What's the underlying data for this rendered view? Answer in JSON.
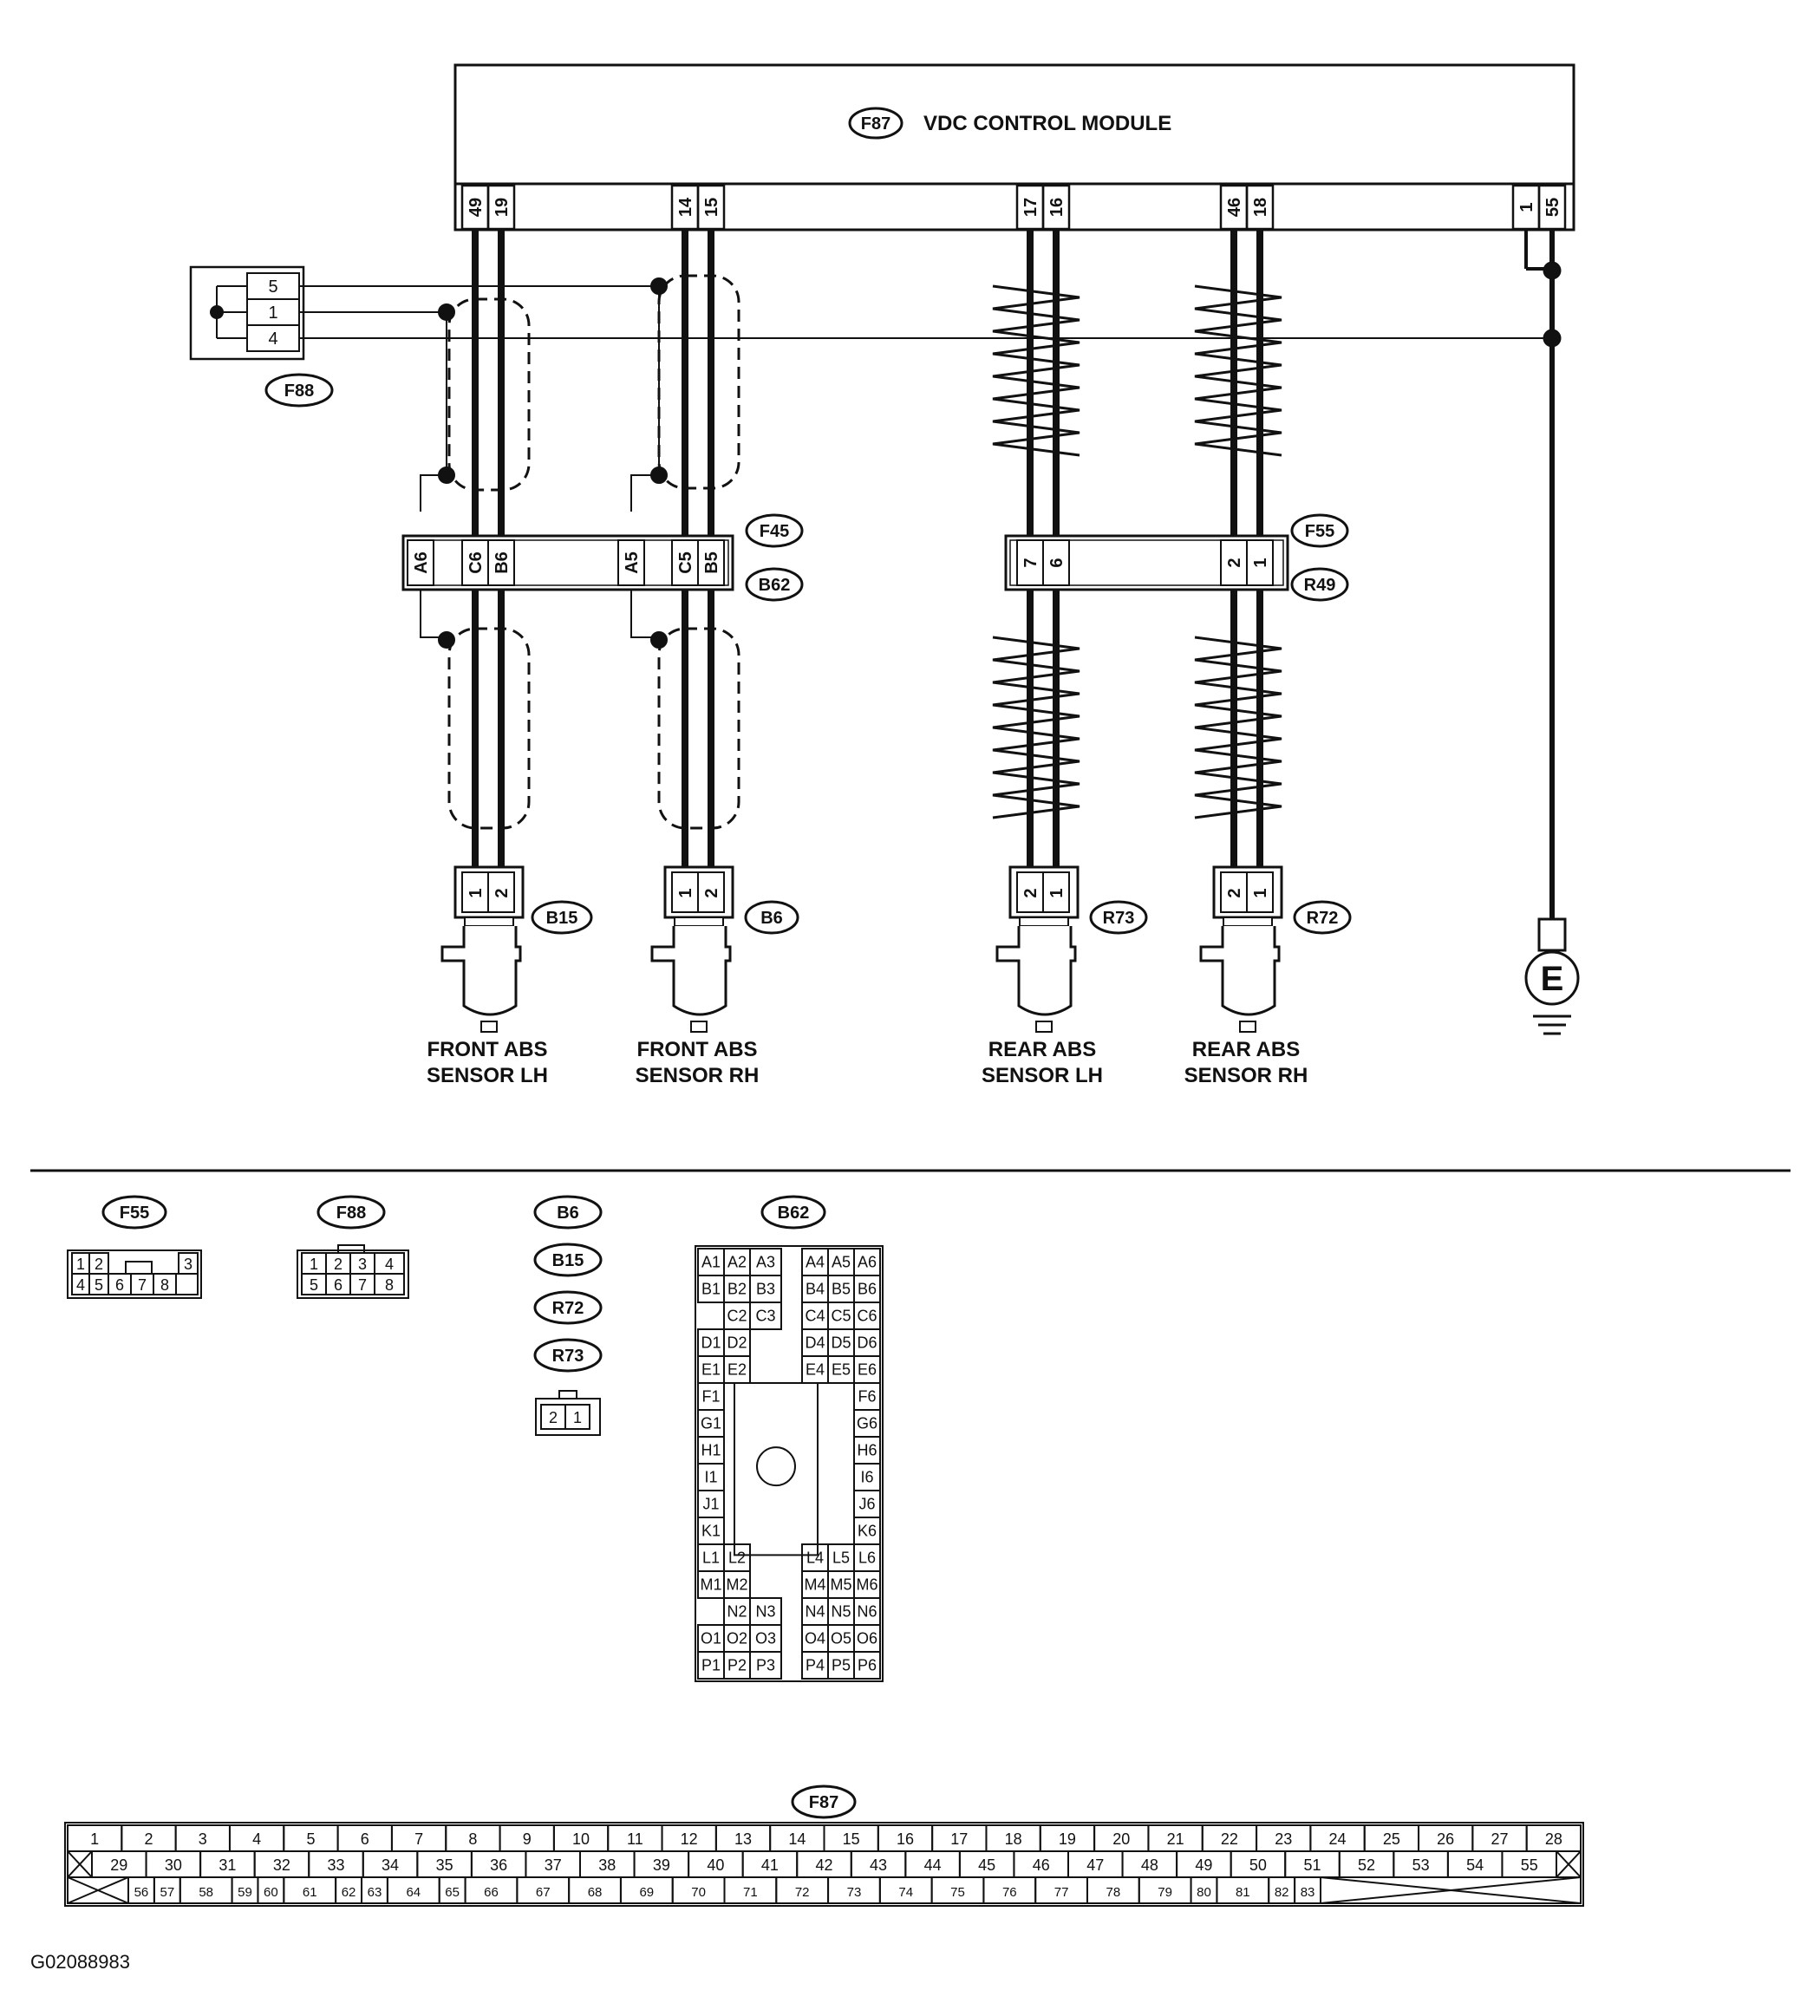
{
  "module": {
    "connector": "F87",
    "name": "VDC CONTROL MODULE",
    "pins": [
      "49",
      "19",
      "14",
      "15",
      "17",
      "16",
      "46",
      "18",
      "1",
      "55"
    ]
  },
  "connectors": {
    "F88": {
      "id": "F88",
      "pins": [
        "5",
        "1",
        "4"
      ]
    },
    "F45": {
      "id": "F45"
    },
    "B62": {
      "id": "B62",
      "pins": [
        "A6",
        "C6",
        "B6",
        "A5",
        "C5",
        "B5"
      ]
    },
    "F55": {
      "id": "F55"
    },
    "R49": {
      "id": "R49",
      "pins": [
        "7",
        "6",
        "2",
        "1"
      ]
    },
    "B15": {
      "id": "B15",
      "pins": [
        "1",
        "2"
      ]
    },
    "B6": {
      "id": "B6",
      "pins": [
        "1",
        "2"
      ]
    },
    "R73": {
      "id": "R73",
      "pins": [
        "2",
        "1"
      ]
    },
    "R72": {
      "id": "R72",
      "pins": [
        "2",
        "1"
      ]
    }
  },
  "sensors": [
    {
      "line1": "FRONT ABS",
      "line2": "SENSOR LH"
    },
    {
      "line1": "FRONT ABS",
      "line2": "SENSOR RH"
    },
    {
      "line1": "REAR ABS",
      "line2": "SENSOR LH"
    },
    {
      "line1": "REAR ABS",
      "line2": "SENSOR RH"
    }
  ],
  "ground": "E",
  "legend": {
    "F55": {
      "id": "F55",
      "row1": [
        "1",
        "2",
        "3"
      ],
      "row2": [
        "4",
        "5",
        "6",
        "7",
        "8"
      ]
    },
    "F88": {
      "id": "F88",
      "row1": [
        "1",
        "2",
        "3",
        "4"
      ],
      "row2": [
        "5",
        "6",
        "7",
        "8"
      ]
    },
    "small": {
      "ids": [
        "B6",
        "B15",
        "R72",
        "R73"
      ],
      "pins": [
        "2",
        "1"
      ]
    },
    "B62": {
      "id": "B62"
    },
    "F87": {
      "id": "F87"
    }
  },
  "figure_id": "G02088983"
}
